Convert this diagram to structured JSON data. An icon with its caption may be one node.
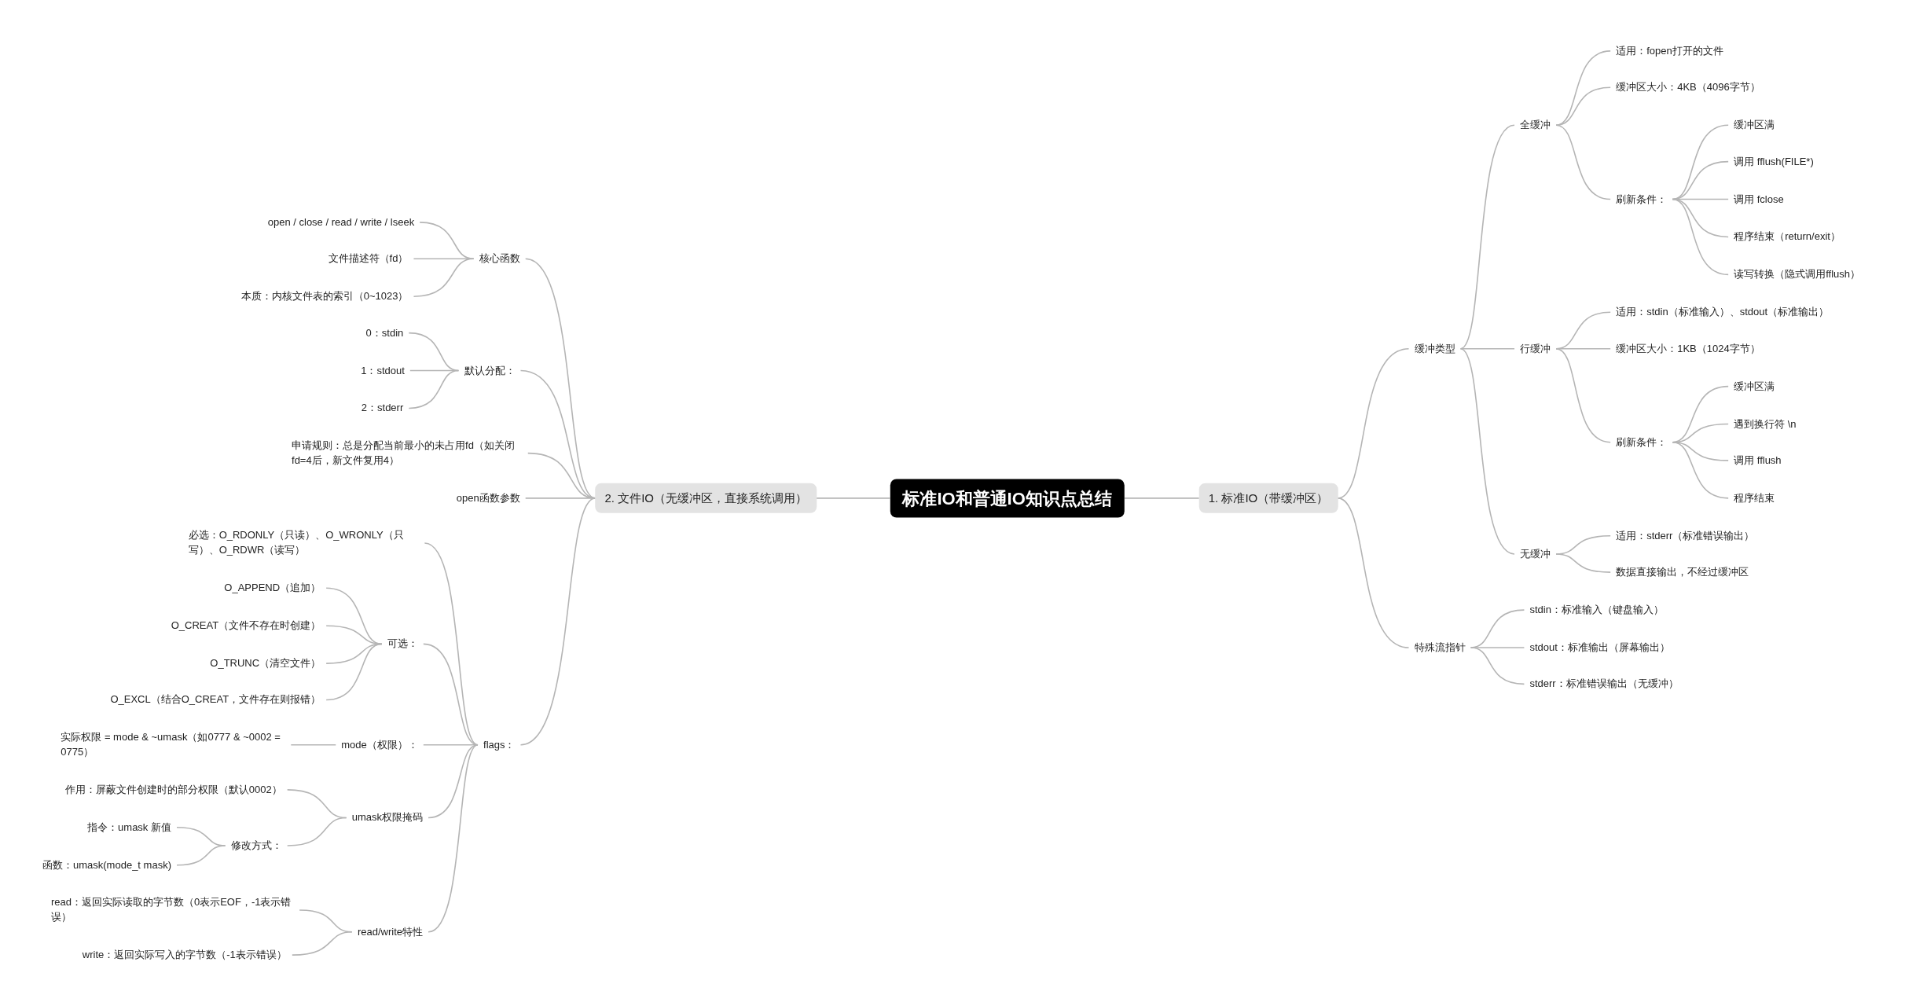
{
  "diagram": {
    "nodes": [
      {
        "text": [
          "标准IO和普通IO知识点总结"
        ]
      },
      {
        "text": [
          "1. 标准IO（带缓冲区）"
        ]
      },
      {
        "text": [
          "缓冲类型"
        ]
      },
      {
        "text": [
          "全缓冲"
        ]
      },
      {
        "text": [
          "适用：fopen打开的文件"
        ]
      },
      {
        "text": [
          "缓冲区大小：4KB（4096字节）"
        ]
      },
      {
        "text": [
          "刷新条件："
        ]
      },
      {
        "text": [
          "缓冲区满"
        ]
      },
      {
        "text": [
          "调用 fflush(FILE*)"
        ]
      },
      {
        "text": [
          "调用 fclose"
        ]
      },
      {
        "text": [
          "程序结束（return/exit）"
        ]
      },
      {
        "text": [
          "读写转换（隐式调用fflush）"
        ]
      },
      {
        "text": [
          "行缓冲"
        ]
      },
      {
        "text": [
          "适用：stdin（标准输入）、stdout（标准输出）"
        ]
      },
      {
        "text": [
          "缓冲区大小：1KB（1024字节）"
        ]
      },
      {
        "text": [
          "刷新条件："
        ]
      },
      {
        "text": [
          "缓冲区满"
        ]
      },
      {
        "text": [
          "遇到换行符 \\n"
        ]
      },
      {
        "text": [
          "调用 fflush"
        ]
      },
      {
        "text": [
          "程序结束"
        ]
      },
      {
        "text": [
          "无缓冲"
        ]
      },
      {
        "text": [
          "适用：stderr（标准错误输出）"
        ]
      },
      {
        "text": [
          "数据直接输出，不经过缓冲区"
        ]
      },
      {
        "text": [
          "特殊流指针"
        ]
      },
      {
        "text": [
          "stdin：标准输入（键盘输入）"
        ]
      },
      {
        "text": [
          "stdout：标准输出（屏幕输出）"
        ]
      },
      {
        "text": [
          "stderr：标准错误输出（无缓冲）"
        ]
      },
      {
        "text": [
          "2. 文件IO（无缓冲区，直接系统调用）"
        ]
      },
      {
        "text": [
          "核心函数"
        ]
      },
      {
        "text": [
          "open / close / read / write / lseek"
        ]
      },
      {
        "text": [
          "文件描述符（fd）"
        ]
      },
      {
        "text": [
          "本质：内核文件表的索引（0~1023）"
        ]
      },
      {
        "text": [
          "默认分配："
        ]
      },
      {
        "text": [
          "0：stdin"
        ]
      },
      {
        "text": [
          "1：stdout"
        ]
      },
      {
        "text": [
          "2：stderr"
        ]
      },
      {
        "text": [
          "申请规则：总是分配当前最小的未占用fd（如关闭fd=4后，新文件复用4）"
        ]
      },
      {
        "text": [
          "open函数参数"
        ]
      },
      {
        "text": [
          "flags："
        ]
      },
      {
        "text": [
          "必选：O_RDONLY（只读）、O_WRONLY（只写）、O_RDWR（读写）"
        ]
      },
      {
        "text": [
          "可选："
        ]
      },
      {
        "text": [
          "O_APPEND（追加）"
        ]
      },
      {
        "text": [
          "O_CREAT（文件不存在时创建）"
        ]
      },
      {
        "text": [
          "O_TRUNC（清空文件）"
        ]
      },
      {
        "text": [
          "O_EXCL（结合O_CREAT，文件存在则报错）"
        ]
      },
      {
        "text": [
          "mode（权限）："
        ]
      },
      {
        "text": [
          "实际权限 = mode & ~umask（如0777 & ~0002 = 0775）"
        ]
      },
      {
        "text": [
          "umask权限掩码"
        ]
      },
      {
        "text": [
          "作用：屏蔽文件创建时的部分权限（默认0002）"
        ]
      },
      {
        "text": [
          "修改方式："
        ]
      },
      {
        "text": [
          "指令：umask 新值"
        ]
      },
      {
        "text": [
          "函数：umask(mode_t mask)"
        ]
      },
      {
        "text": [
          "read/write特性"
        ]
      },
      {
        "text": [
          "read：返回实际读取的字节数（0表示EOF，-1表示错误）"
        ]
      },
      {
        "text": [
          "write：返回实际写入的字节数（-1表示错误）"
        ]
      }
    ],
    "edges": [
      {
        "from": 0,
        "to": 1,
        "arrow": "none"
      },
      {
        "from": 1,
        "to": 2,
        "arrow": "none"
      },
      {
        "from": 2,
        "to": 3,
        "arrow": "none"
      },
      {
        "from": 3,
        "to": 4,
        "arrow": "none"
      },
      {
        "from": 3,
        "to": 5,
        "arrow": "none"
      },
      {
        "from": 3,
        "to": 6,
        "arrow": "none"
      },
      {
        "from": 6,
        "to": 7,
        "arrow": "none"
      },
      {
        "from": 6,
        "to": 8,
        "arrow": "none"
      },
      {
        "from": 6,
        "to": 9,
        "arrow": "none"
      },
      {
        "from": 6,
        "to": 10,
        "arrow": "none"
      },
      {
        "from": 6,
        "to": 11,
        "arrow": "none"
      },
      {
        "from": 2,
        "to": 12,
        "arrow": "none"
      },
      {
        "from": 12,
        "to": 13,
        "arrow": "none"
      },
      {
        "from": 12,
        "to": 14,
        "arrow": "none"
      },
      {
        "from": 12,
        "to": 15,
        "arrow": "none"
      },
      {
        "from": 15,
        "to": 16,
        "arrow": "none"
      },
      {
        "from": 15,
        "to": 17,
        "arrow": "none"
      },
      {
        "from": 15,
        "to": 18,
        "arrow": "none"
      },
      {
        "from": 15,
        "to": 19,
        "arrow": "none"
      },
      {
        "from": 2,
        "to": 20,
        "arrow": "none"
      },
      {
        "from": 20,
        "to": 21,
        "arrow": "none"
      },
      {
        "from": 20,
        "to": 22,
        "arrow": "none"
      },
      {
        "from": 1,
        "to": 23,
        "arrow": "none"
      },
      {
        "from": 23,
        "to": 24,
        "arrow": "none"
      },
      {
        "from": 23,
        "to": 25,
        "arrow": "none"
      },
      {
        "from": 23,
        "to": 26,
        "arrow": "none"
      },
      {
        "from": 0,
        "to": 27,
        "arrow": "none"
      },
      {
        "from": 27,
        "to": 28,
        "arrow": "none"
      },
      {
        "from": 28,
        "to": 29,
        "arrow": "none"
      },
      {
        "from": 28,
        "to": 30,
        "arrow": "none"
      },
      {
        "from": 28,
        "to": 31,
        "arrow": "none"
      },
      {
        "from": 27,
        "to": 32,
        "arrow": "none"
      },
      {
        "from": 32,
        "to": 33,
        "arrow": "none"
      },
      {
        "from": 32,
        "to": 34,
        "arrow": "none"
      },
      {
        "from": 32,
        "to": 35,
        "arrow": "none"
      },
      {
        "from": 27,
        "to": 36,
        "arrow": "none"
      },
      {
        "from": 27,
        "to": 37,
        "arrow": "none"
      },
      {
        "from": 27,
        "to": 38,
        "arrow": "none"
      },
      {
        "from": 38,
        "to": 39,
        "arrow": "none"
      },
      {
        "from": 38,
        "to": 40,
        "arrow": "none"
      },
      {
        "from": 40,
        "to": 41,
        "arrow": "none"
      },
      {
        "from": 40,
        "to": 42,
        "arrow": "none"
      },
      {
        "from": 40,
        "to": 43,
        "arrow": "none"
      },
      {
        "from": 40,
        "to": 44,
        "arrow": "none"
      },
      {
        "from": 38,
        "to": 45,
        "arrow": "none"
      },
      {
        "from": 45,
        "to": 46,
        "arrow": "none"
      },
      {
        "from": 38,
        "to": 47,
        "arrow": "none"
      },
      {
        "from": 47,
        "to": 48,
        "arrow": "none"
      },
      {
        "from": 47,
        "to": 49,
        "arrow": "none"
      },
      {
        "from": 49,
        "to": 50,
        "arrow": "none"
      },
      {
        "from": 49,
        "to": 51,
        "arrow": "none"
      },
      {
        "from": 38,
        "to": 52,
        "arrow": "none"
      },
      {
        "from": 52,
        "to": 53,
        "arrow": "none"
      },
      {
        "from": 52,
        "to": 54,
        "arrow": "none"
      }
    ]
  }
}
